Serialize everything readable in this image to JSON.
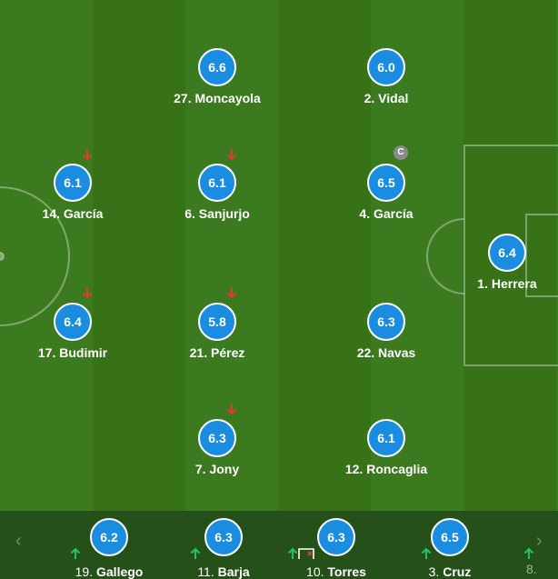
{
  "pitch_players": [
    {
      "rating": "6.6",
      "name": "27. Moncayola"
    },
    {
      "rating": "6.0",
      "name": "2. Vidal"
    },
    {
      "rating": "6.1",
      "name": "14. García"
    },
    {
      "rating": "6.1",
      "name": "6. Sanjurjo"
    },
    {
      "rating": "6.5",
      "name": "4. García"
    },
    {
      "rating": "6.4",
      "name": "1. Herrera"
    },
    {
      "rating": "6.4",
      "name": "17. Budimir"
    },
    {
      "rating": "5.8",
      "name": "21. Pérez"
    },
    {
      "rating": "6.3",
      "name": "22. Navas"
    },
    {
      "rating": "6.3",
      "name": "7. Jony"
    },
    {
      "rating": "6.1",
      "name": "12. Roncaglia"
    }
  ],
  "captain_label": "C",
  "bench_players": [
    {
      "rating": "6.2",
      "number": "19.",
      "surname": "Gallego"
    },
    {
      "rating": "6.3",
      "number": "11.",
      "surname": "Barja"
    },
    {
      "rating": "6.3",
      "number": "10.",
      "surname": "Torres"
    },
    {
      "rating": "6.5",
      "number": "3.",
      "surname": "Cruz"
    },
    {
      "rating": "",
      "number": "8.",
      "surname": ""
    }
  ],
  "nav": {
    "prev": "‹",
    "next": "›"
  },
  "colors": {
    "badge": "#1a8de0",
    "sub_off": "#e53935",
    "sub_on": "#22c55e"
  }
}
